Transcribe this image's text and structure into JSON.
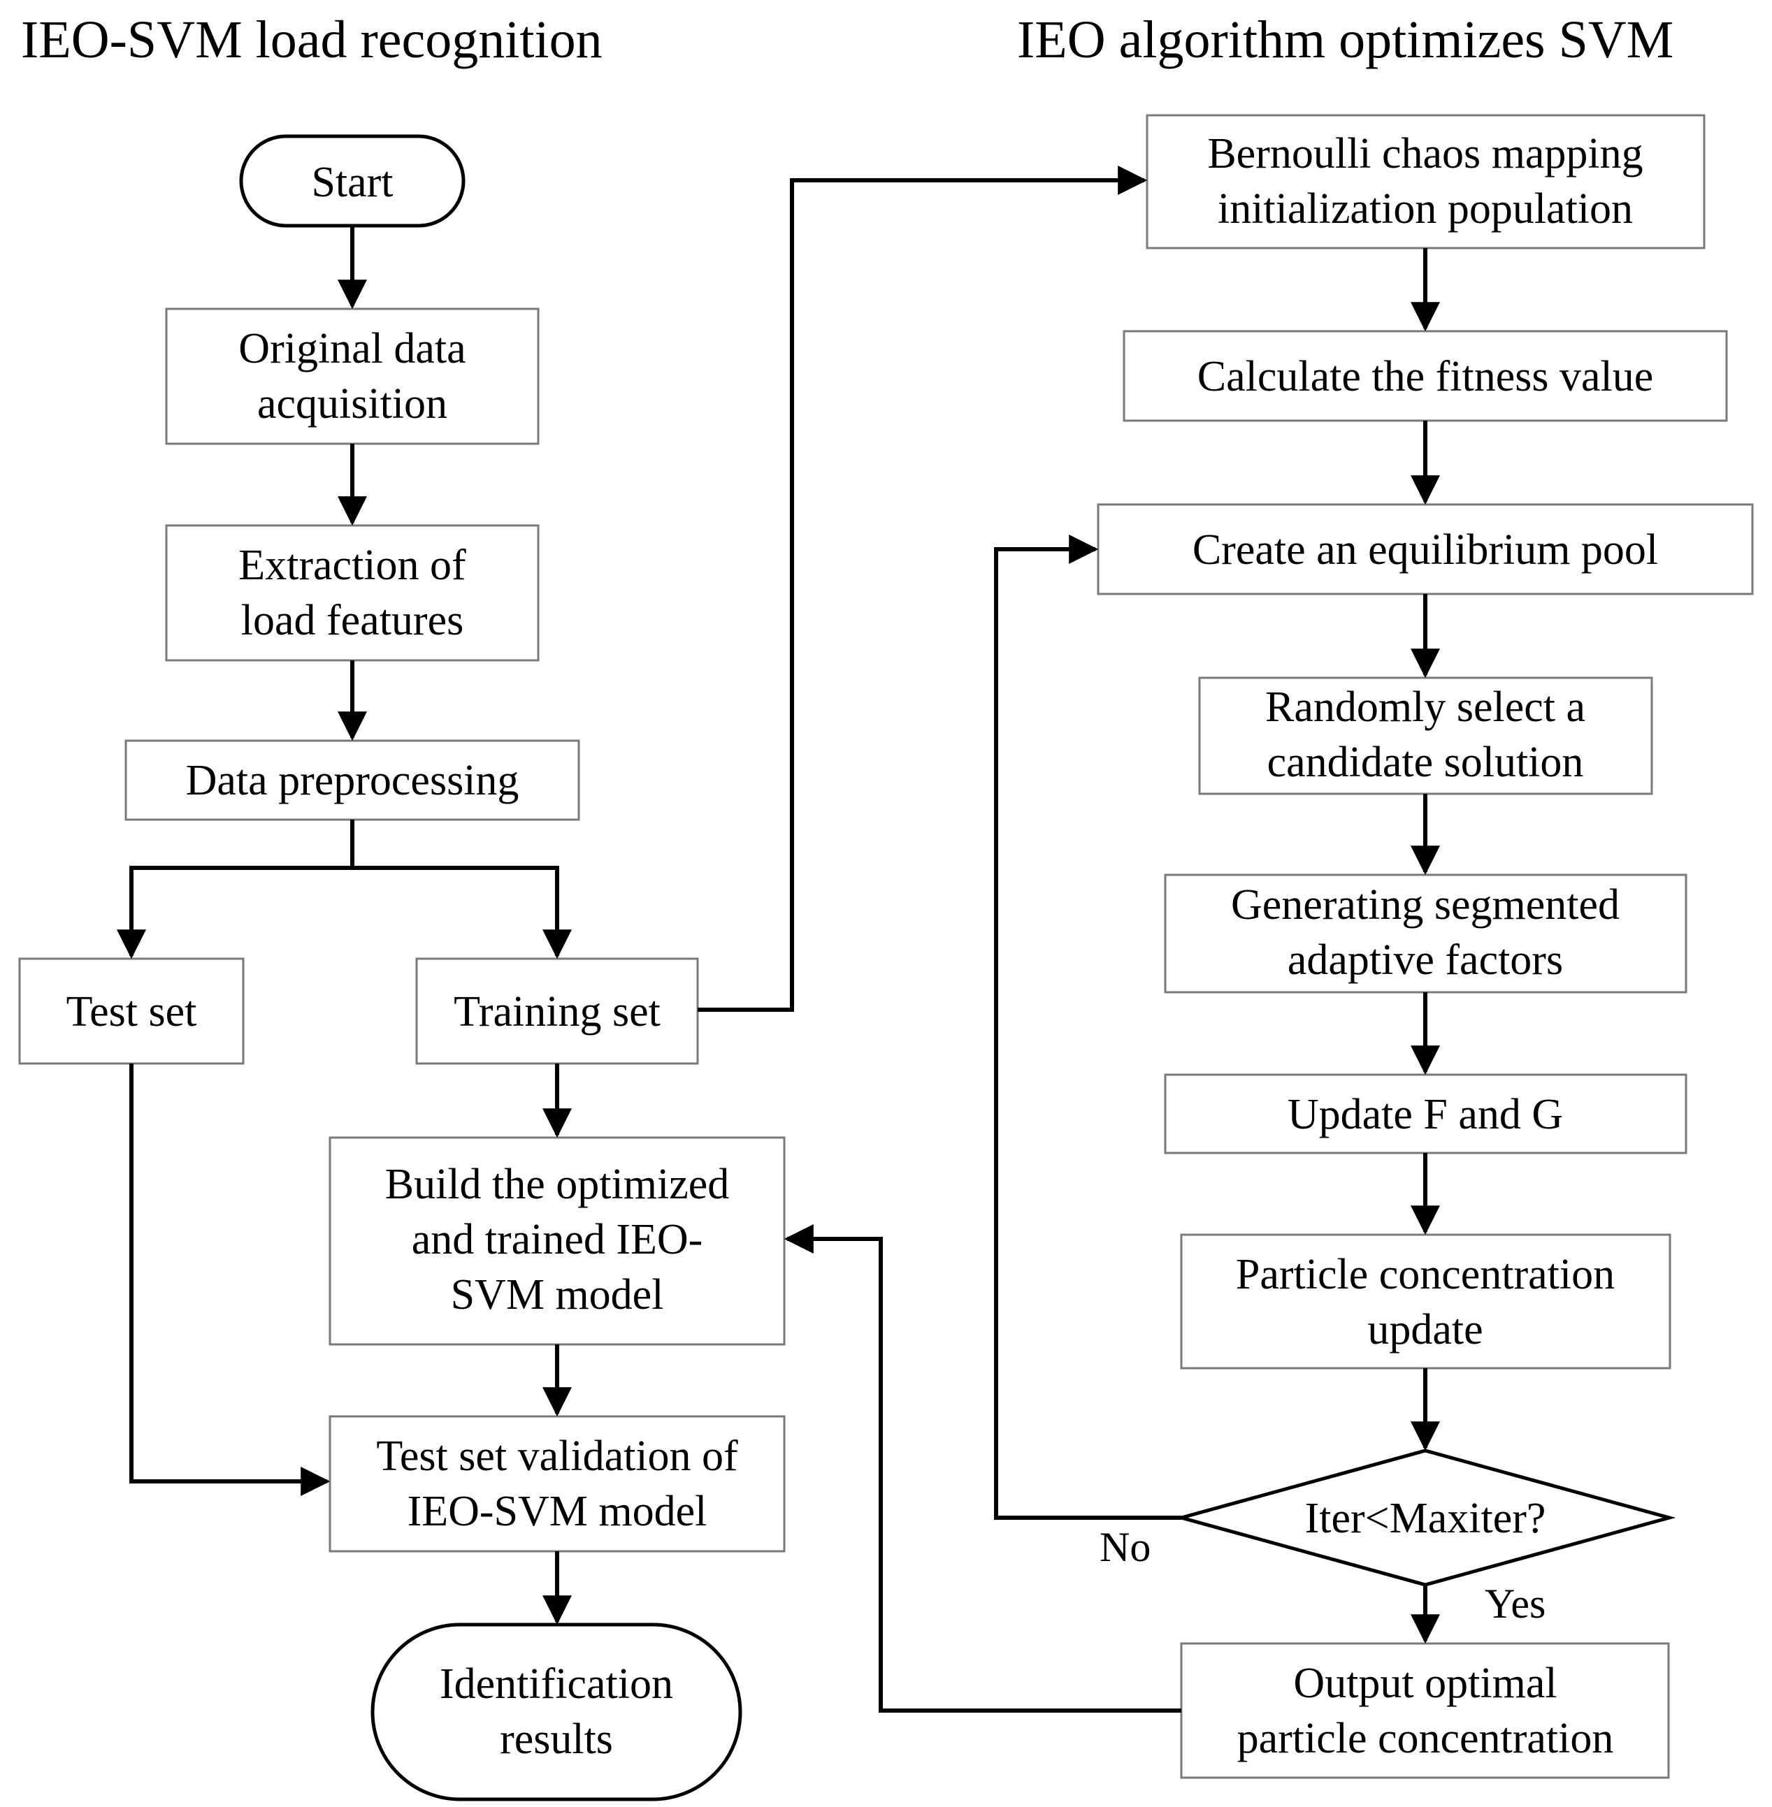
{
  "titles": {
    "left": "IEO-SVM load recognition",
    "right": "IEO algorithm optimizes SVM"
  },
  "left_flow": {
    "start": "Start",
    "original_data": [
      "Original data",
      "acquisition"
    ],
    "extraction": [
      "Extraction of",
      "load features"
    ],
    "preprocessing": "Data preprocessing",
    "test_set": "Test set",
    "training_set": "Training set",
    "build_model": [
      "Build the optimized",
      "and trained IEO-",
      "SVM model"
    ],
    "validation": [
      "Test set validation of",
      "IEO-SVM model"
    ],
    "results": [
      "Identification",
      "results"
    ]
  },
  "right_flow": {
    "bernoulli": [
      "Bernoulli chaos mapping",
      "initialization population"
    ],
    "fitness": "Calculate the fitness value",
    "equilibrium": "Create an equilibrium pool",
    "candidate": [
      "Randomly select a",
      "candidate solution"
    ],
    "adaptive": [
      "Generating segmented",
      "adaptive factors"
    ],
    "update_fg": "Update F and G",
    "concentration": [
      "Particle concentration",
      "update"
    ],
    "decision": "Iter<Maxiter?",
    "no_label": "No",
    "yes_label": "Yes",
    "output": [
      "Output optimal",
      "particle concentration"
    ]
  }
}
